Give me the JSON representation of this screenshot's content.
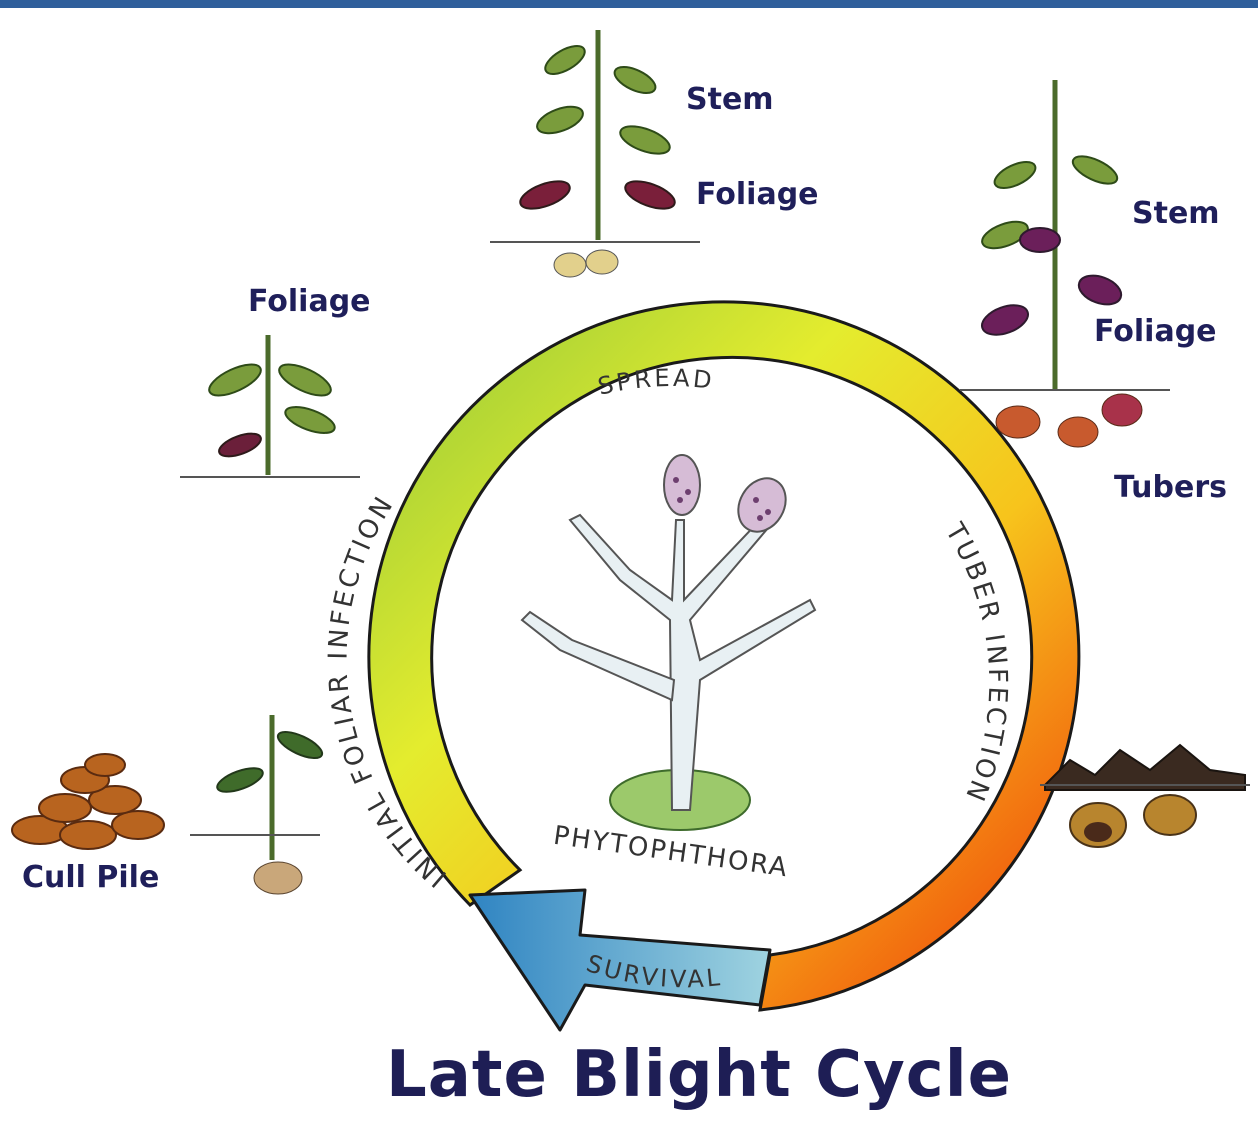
{
  "title": "Late Blight Cycle",
  "cycle": {
    "center": "PHYTOPHTHORA",
    "stages": {
      "spread": "SPREAD",
      "initial": "INITIAL FOLIAR INFECTION",
      "tuber": "TUBER INFECTION",
      "survival": "SURVIVAL"
    }
  },
  "labels": {
    "top_stem": "Stem",
    "top_foliage": "Foliage",
    "right_stem": "Stem",
    "right_foliage": "Foliage",
    "right_tubers": "Tubers",
    "left_foliage": "Foliage",
    "cull_pile": "Cull Pile"
  },
  "colors": {
    "frame": "#2f5f9b",
    "ring_start": "#9acd32",
    "ring_mid": "#f4ea2a",
    "ring_end": "#f26a0f",
    "arrow": "#3e8cc4",
    "text_dark": "#1f1f5a"
  }
}
